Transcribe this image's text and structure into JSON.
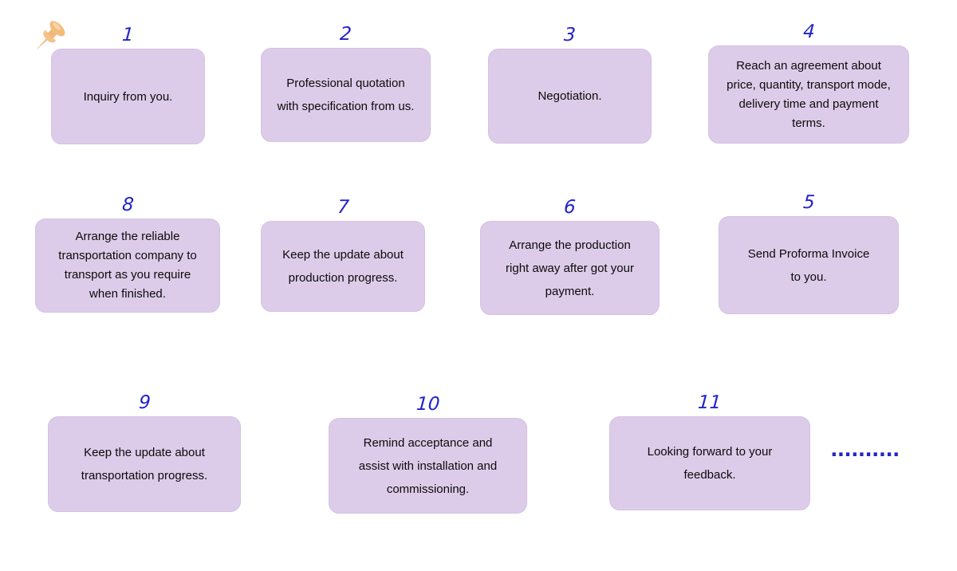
{
  "diagram": {
    "title_hint": "sales-process-flow",
    "background": "#ffffff"
  },
  "colors": {
    "card_background": "#ddcce9",
    "card_border": "#d3c2e2",
    "number_blue": "#2323cb",
    "card_text": "#0b0b0b",
    "pushpin_orange": "#f2bc7b"
  },
  "icons": {
    "pushpin": "pushpin-icon"
  },
  "steps": [
    {
      "number": "1",
      "text": "Inquiry from you."
    },
    {
      "number": "2",
      "text": "Professional quotation\nwith specification from us."
    },
    {
      "number": "3",
      "text": "Negotiation."
    },
    {
      "number": "4",
      "text": "Reach an agreement about\nprice, quantity, transport mode,\ndelivery time and payment\nterms."
    },
    {
      "number": "5",
      "text": "Send Proforma Invoice\nto you."
    },
    {
      "number": "6",
      "text": "Arrange the production\nright away after got your\npayment."
    },
    {
      "number": "7",
      "text": "Keep the update about\nproduction progress."
    },
    {
      "number": "8",
      "text": "Arrange the reliable\ntransportation company to\ntransport  as you require\nwhen finished."
    },
    {
      "number": "9",
      "text": "Keep the update about\ntransportation progress."
    },
    {
      "number": "10",
      "text": "Remind acceptance and\nassist with installation and\ncommissioning."
    },
    {
      "number": "11",
      "text": "Looking forward to your\nfeedback."
    }
  ],
  "ellipsis": ".........."
}
